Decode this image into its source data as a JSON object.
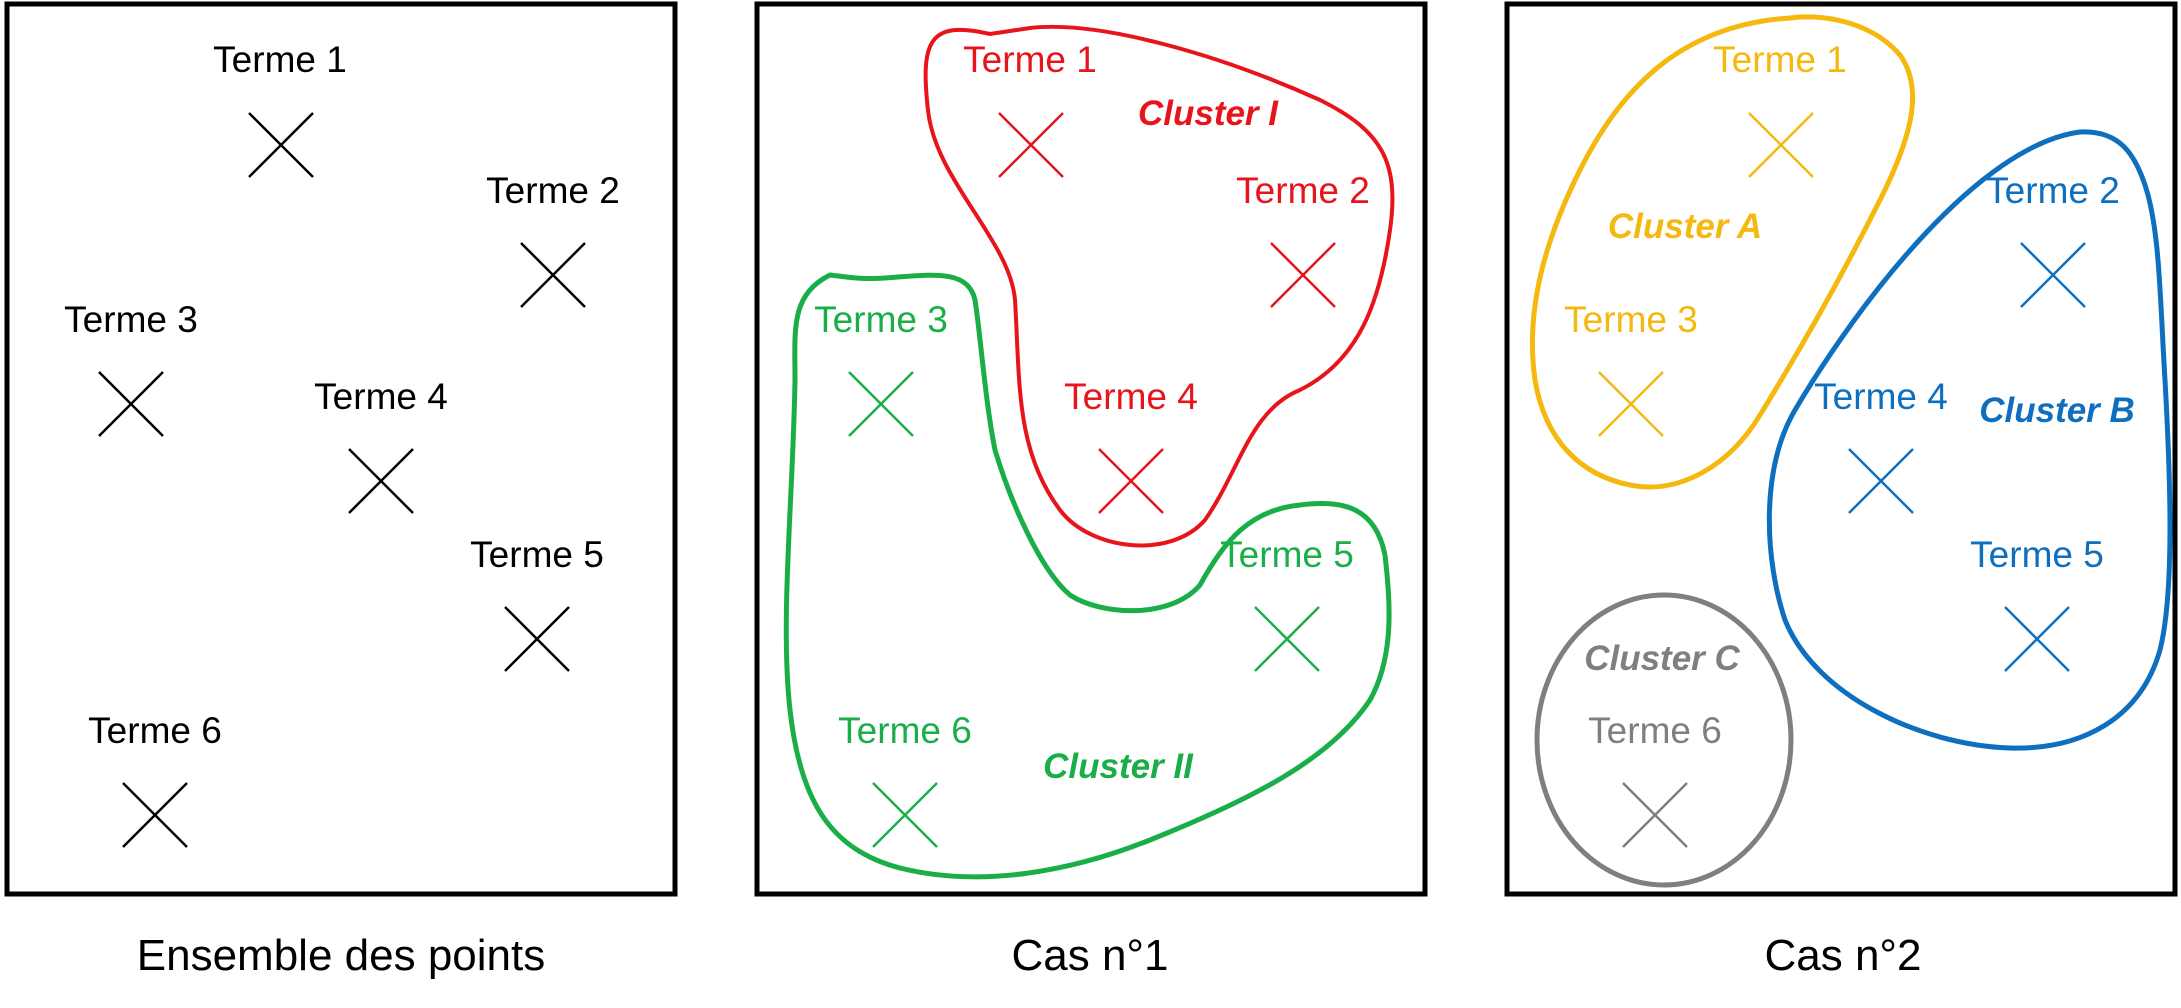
{
  "panels": [
    {
      "id": "all",
      "caption": "Ensemble des points",
      "terms": [
        {
          "id": "t1",
          "label": "Terme 1",
          "group": "none"
        },
        {
          "id": "t2",
          "label": "Terme 2",
          "group": "none"
        },
        {
          "id": "t3",
          "label": "Terme 3",
          "group": "none"
        },
        {
          "id": "t4",
          "label": "Terme 4",
          "group": "none"
        },
        {
          "id": "t5",
          "label": "Terme 5",
          "group": "none"
        },
        {
          "id": "t6",
          "label": "Terme 6",
          "group": "none"
        }
      ],
      "clusters": []
    },
    {
      "id": "cas1",
      "caption": "Cas n°1",
      "terms": [
        {
          "id": "t1",
          "label": "Terme 1",
          "group": "I"
        },
        {
          "id": "t2",
          "label": "Terme 2",
          "group": "I"
        },
        {
          "id": "t3",
          "label": "Terme 3",
          "group": "II"
        },
        {
          "id": "t4",
          "label": "Terme 4",
          "group": "I"
        },
        {
          "id": "t5",
          "label": "Terme 5",
          "group": "II"
        },
        {
          "id": "t6",
          "label": "Terme 6",
          "group": "II"
        }
      ],
      "clusters": [
        {
          "id": "I",
          "label": "Cluster I",
          "color": "#e8141b"
        },
        {
          "id": "II",
          "label": "Cluster II",
          "color": "#1aae48"
        }
      ]
    },
    {
      "id": "cas2",
      "caption": "Cas n°2",
      "terms": [
        {
          "id": "t1",
          "label": "Terme 1",
          "group": "A"
        },
        {
          "id": "t2",
          "label": "Terme 2",
          "group": "B"
        },
        {
          "id": "t3",
          "label": "Terme 3",
          "group": "A"
        },
        {
          "id": "t4",
          "label": "Terme 4",
          "group": "B"
        },
        {
          "id": "t5",
          "label": "Terme 5",
          "group": "B"
        },
        {
          "id": "t6",
          "label": "Terme 6",
          "group": "C"
        }
      ],
      "clusters": [
        {
          "id": "A",
          "label": "Cluster A",
          "color": "#f5b80f"
        },
        {
          "id": "B",
          "label": "Cluster B",
          "color": "#0f6fbf"
        },
        {
          "id": "C",
          "label": "Cluster C",
          "color": "#7f7f7f"
        }
      ]
    }
  ],
  "colors": {
    "default": "#000000"
  },
  "icons": {
    "point_marker": "cross-mark-icon"
  }
}
